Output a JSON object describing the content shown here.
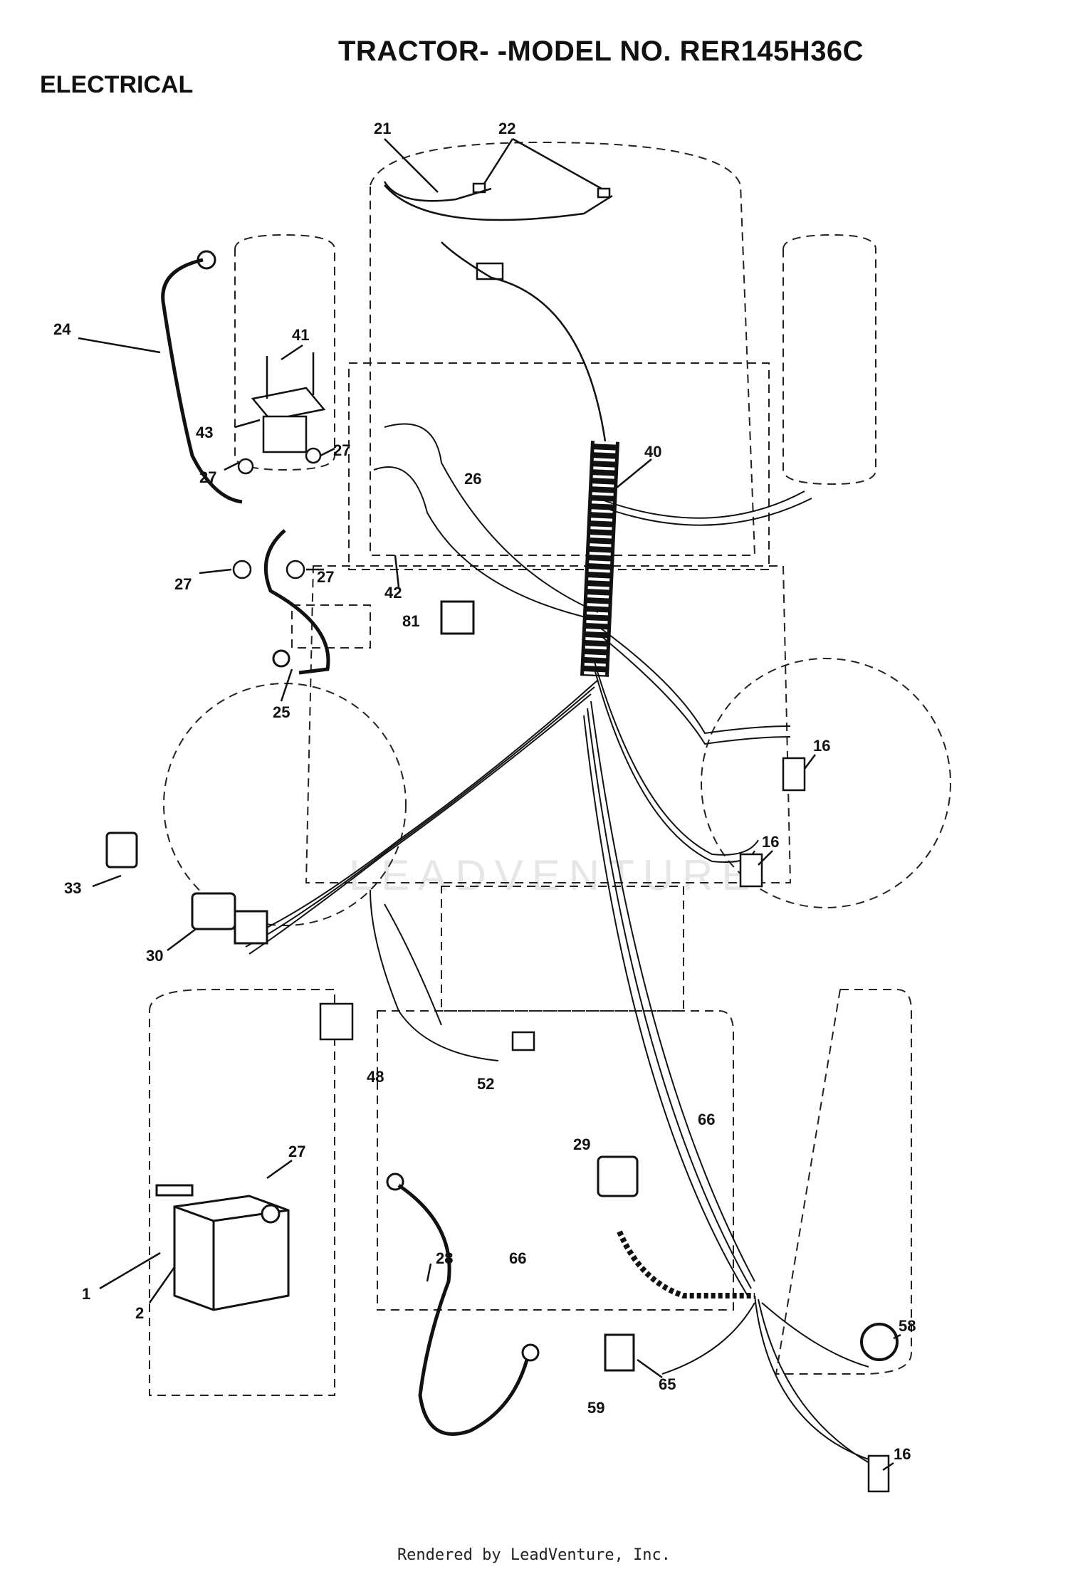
{
  "header": {
    "model_title": "TRACTOR- -MODEL NO. RER145H36C",
    "section": "ELECTRICAL"
  },
  "watermark": "LEADVENTURE",
  "footer": "Rendered by LeadVenture, Inc.",
  "callouts": [
    "21",
    "22",
    "24",
    "41",
    "43",
    "27",
    "27",
    "27",
    "27",
    "40",
    "26",
    "42",
    "81",
    "25",
    "16",
    "16",
    "33",
    "30",
    "48",
    "52",
    "29",
    "66",
    "27",
    "2",
    "1",
    "28",
    "66",
    "58",
    "65",
    "59",
    "16"
  ]
}
